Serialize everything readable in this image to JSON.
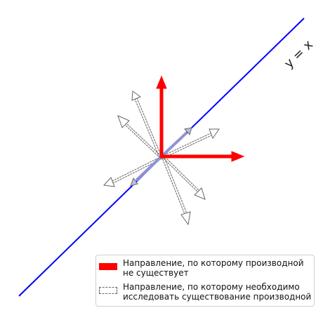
{
  "line_label": "y = x",
  "colors": {
    "main_line": "#0000ff",
    "highlight": "#ff0000",
    "outline": "#666666",
    "diagonal_fill": "#8f93d6"
  },
  "legend": {
    "solid_label": "Направление, по которому производной\nне существует",
    "dashed_label": "Направление, по которому необходимо\nисследовать существование производной"
  }
}
